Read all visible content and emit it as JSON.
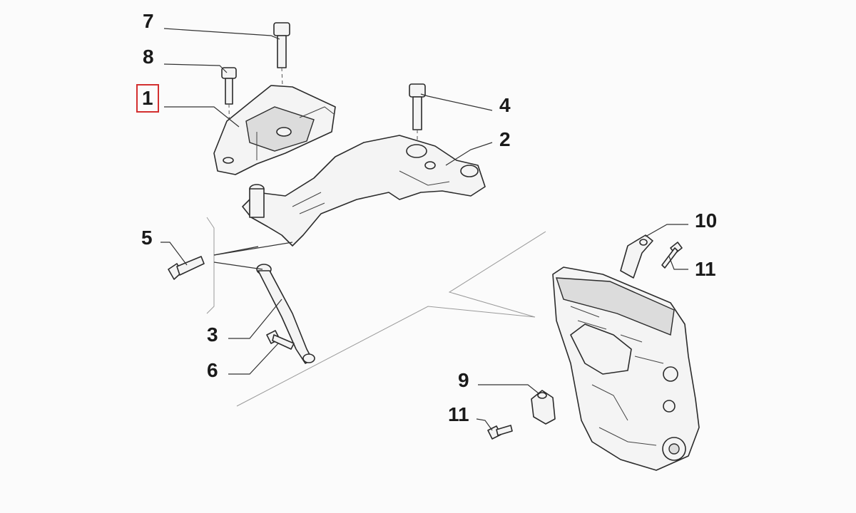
{
  "callouts": [
    {
      "label": "1",
      "highlighted": true
    },
    {
      "label": "2"
    },
    {
      "label": "3"
    },
    {
      "label": "4"
    },
    {
      "label": "5"
    },
    {
      "label": "6"
    },
    {
      "label": "7"
    },
    {
      "label": "8"
    },
    {
      "label": "9"
    },
    {
      "label": "10"
    },
    {
      "label": "11"
    },
    {
      "label": "11"
    }
  ],
  "colors": {
    "highlight": "#d32f2f",
    "line": "#2b2b2b",
    "background": "#fbfbfb"
  }
}
